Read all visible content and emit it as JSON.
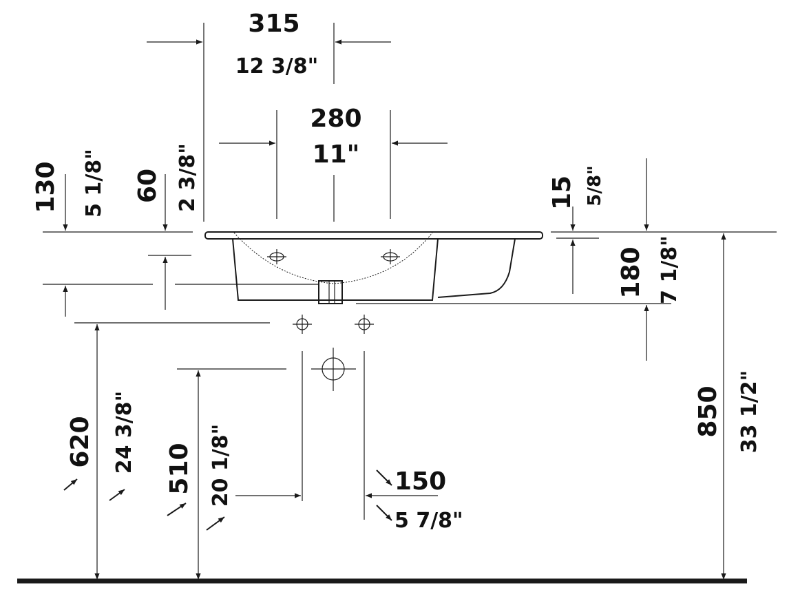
{
  "dimensions": {
    "overall_half_width": {
      "mm": "315",
      "inch": "12 3/8\""
    },
    "tap_hole_spacing": {
      "mm": "280",
      "inch": "11\""
    },
    "rim_to_overflow": {
      "mm": "130",
      "inch": "5 1/8\""
    },
    "rim_to_drain_top": {
      "mm": "60",
      "inch": "2 3/8\""
    },
    "rim_thickness": {
      "mm": "15",
      "inch": "5/8\""
    },
    "bowl_depth": {
      "mm": "180",
      "inch": "7 1/8\""
    },
    "supply_height": {
      "mm": "620",
      "inch": "24 3/8\""
    },
    "waste_height": {
      "mm": "510",
      "inch": "20 1/8\""
    },
    "supply_spacing": {
      "mm": "150",
      "inch": "5 7/8\""
    },
    "rim_height": {
      "mm": "850",
      "inch": "33 1/2\""
    }
  }
}
